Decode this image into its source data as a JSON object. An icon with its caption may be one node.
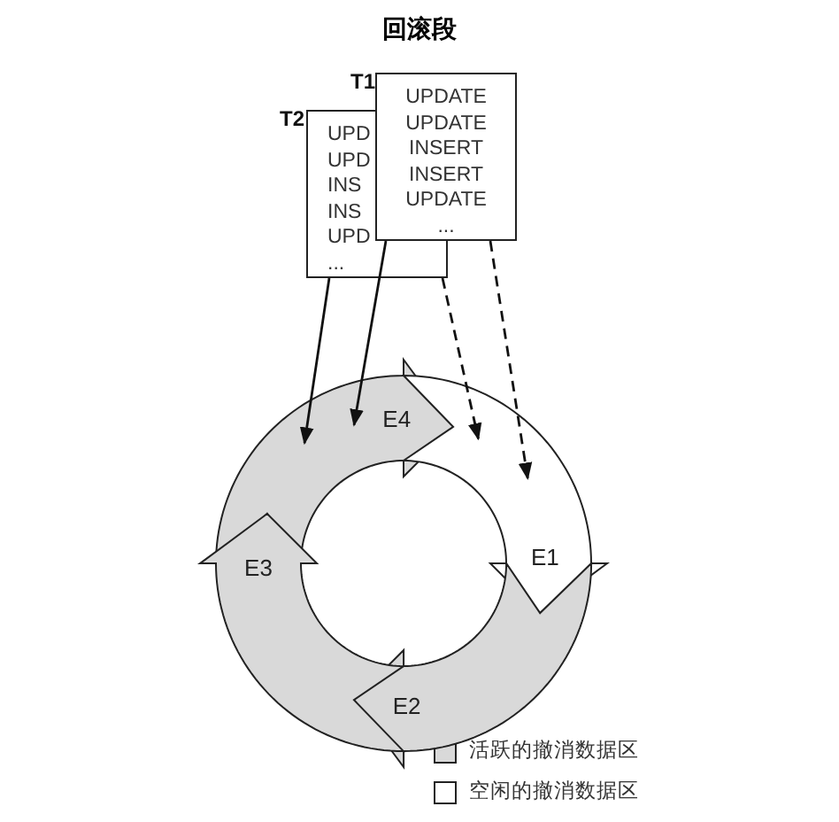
{
  "diagram": {
    "title": "回滚段",
    "nodes": [
      {
        "text": [
          "T1",
          "UPDATE UPDATE INSERT INSERT UPDATE ..."
        ]
      },
      {
        "text": [
          "T2",
          "UPD UPD INS INS UPD ..."
        ]
      },
      {
        "text": [
          "E4"
        ]
      },
      {
        "text": [
          "E1"
        ]
      },
      {
        "text": [
          "E2"
        ]
      },
      {
        "text": [
          "E3"
        ]
      }
    ],
    "edges": [
      {
        "from": 1,
        "to": 2,
        "arrow": "to"
      },
      {
        "from": 0,
        "to": 2,
        "arrow": "to"
      },
      {
        "from": 1,
        "to": 3,
        "arrow": "to",
        "style": "dashed"
      },
      {
        "from": 0,
        "to": 3,
        "arrow": "to",
        "style": "dashed"
      }
    ],
    "legend": [
      {
        "text": "活跃的撤消数据区",
        "color": "#d9d9d9"
      },
      {
        "text": "空闲的撤消数据区",
        "color": "#ffffff"
      }
    ]
  }
}
